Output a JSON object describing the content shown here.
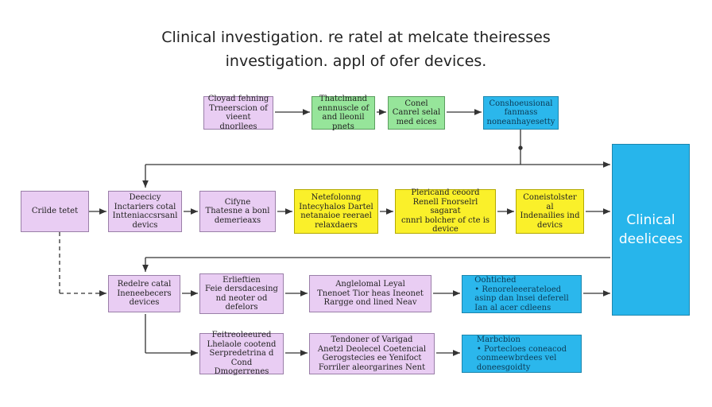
{
  "title": {
    "line1": "Clinical investigation. re ratel at melcate theiresses",
    "line2": "investigation. appl of ofer devices."
  },
  "boxes": {
    "r1_1": "Cloyad fehning\nTrneerscion of\nvieent\ndnorllees",
    "r1_2": "Thatclmand\nennnuscle of\nand lleonil\npnets",
    "r1_3": "Conel\nCanrel selal\nmed eices",
    "r1_4": "Conshoeusional\nfanmass\nnoneanhayesetty",
    "r2_0": "Crilde tetet",
    "r2_1": "Deecicy\nInctariers cotal\nIntteniaccsrsanl\ndevics",
    "r2_2": "Cifyne\nThatesne a bonl\ndemerieaxs",
    "r2_3": "Netefolonng\nIntecyhalos Dartel\nnetanaioe reerael\nrelaxdaers",
    "r2_4": "Plericand ceoord\nRenell Fnorselrl sagarat\ncnnrl bolcher of cte is\ndevice",
    "r2_5": "Coneistolster al\nIndenailies ind\ndevics",
    "big": "Clinical\ndeelicees",
    "r3_1": "Redelre catal\nIneneebecers\ndevices",
    "r3_2": "Erlieftien\nFeie dersdacesing\nnd neoter od\ndefelors",
    "r3_3": "Anglelomal    Leyal\nTnenoet Tior heas  Ineonet\nRargge ond lined  Neav",
    "r3_4": "Oohtiched\n• Renoreleeerateloed\nasinp dan lnsei deferell\nIan al acer cdleens",
    "r4_1": "Feitreoleeured\nLhelaole cootend\nSerpredetrina d Cond\nDmogerrenes",
    "r4_2": "Tendoner of      Varigad\nAnetzl Deolecel   Coetencial\nGerogstecies ee   Yenifoct\nForriler aleorgarines  Nent",
    "r4_3": "Marbcbion\n• Portecloes coneacod\nconmeewbrdees vel\ndoneesgoidty"
  }
}
